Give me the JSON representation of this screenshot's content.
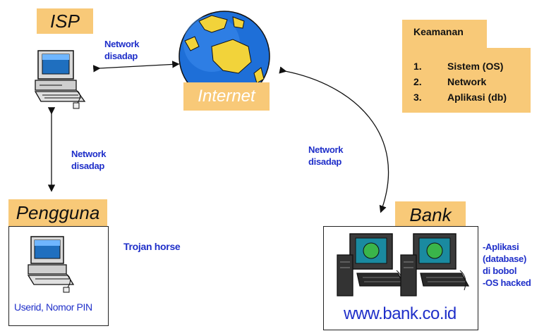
{
  "labels": {
    "isp": "ISP",
    "internet": "Internet",
    "pengguna": "Pengguna",
    "bank": "Bank",
    "bank_url": "www.bank.co.id"
  },
  "network_notes": {
    "top": [
      "Network",
      "disadap"
    ],
    "left": [
      "Network",
      "disadap"
    ],
    "right": [
      "Network",
      "disadap"
    ]
  },
  "threats": {
    "pengguna": "Trojan horse",
    "bank": [
      "-Aplikasi",
      "(database)",
      "di bobol",
      "-OS hacked"
    ]
  },
  "pengguna_caption": "Userid, Nomor PIN",
  "keamanan": {
    "title": "Keamanan",
    "items": [
      {
        "num": "1.",
        "text": "Sistem (OS)"
      },
      {
        "num": "2.",
        "text": "Network"
      },
      {
        "num": "3.",
        "text": "Aplikasi (db)"
      }
    ]
  },
  "colors": {
    "tag_fill": "#f8c978",
    "note_text": "#1f2fc9",
    "globe_ocean": "#1e6fd8",
    "globe_land": "#f2d33a"
  }
}
